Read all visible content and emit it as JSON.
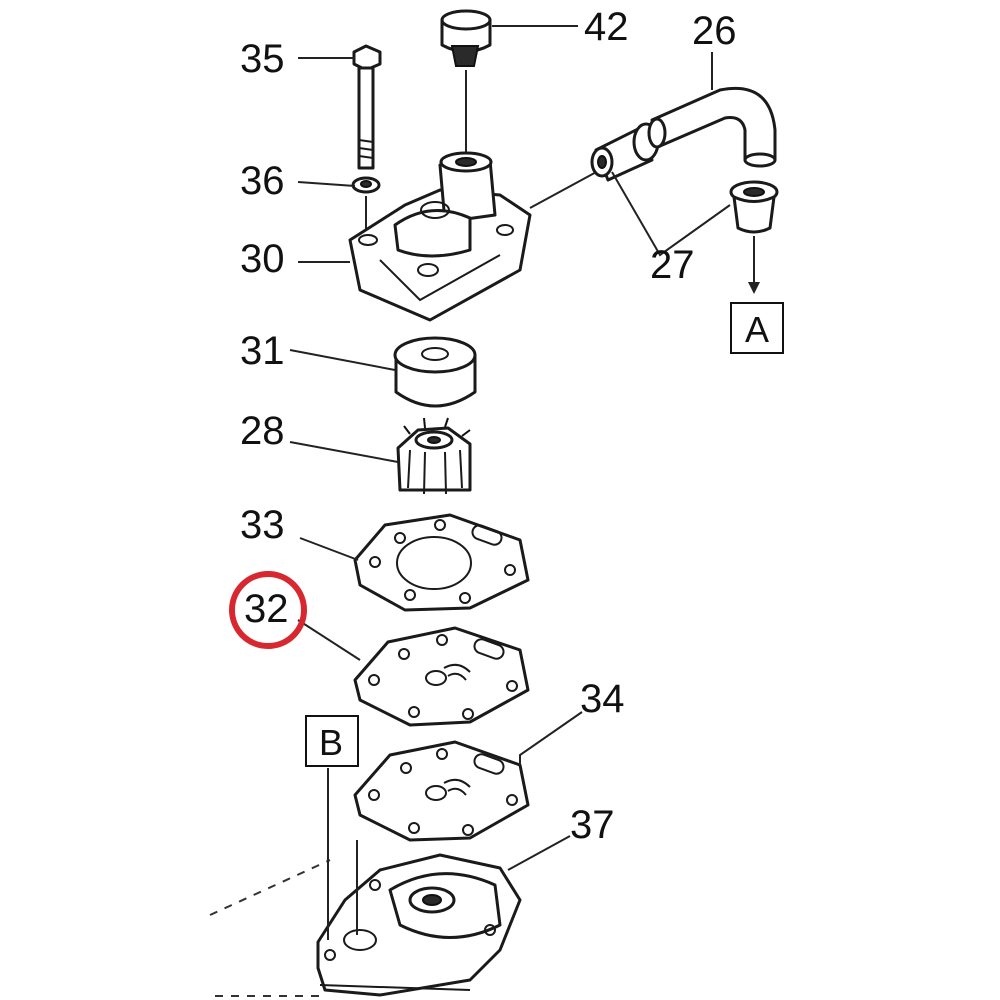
{
  "callouts": {
    "c35": "35",
    "c36": "36",
    "c30": "30",
    "c42": "42",
    "c26": "26",
    "c27": "27",
    "c31": "31",
    "c28": "28",
    "c33": "33",
    "c32": "32",
    "c34": "34",
    "c37": "37"
  },
  "boxes": {
    "a": "A",
    "b": "B"
  },
  "highlight": {
    "part": "32",
    "color": "#d6282e"
  }
}
